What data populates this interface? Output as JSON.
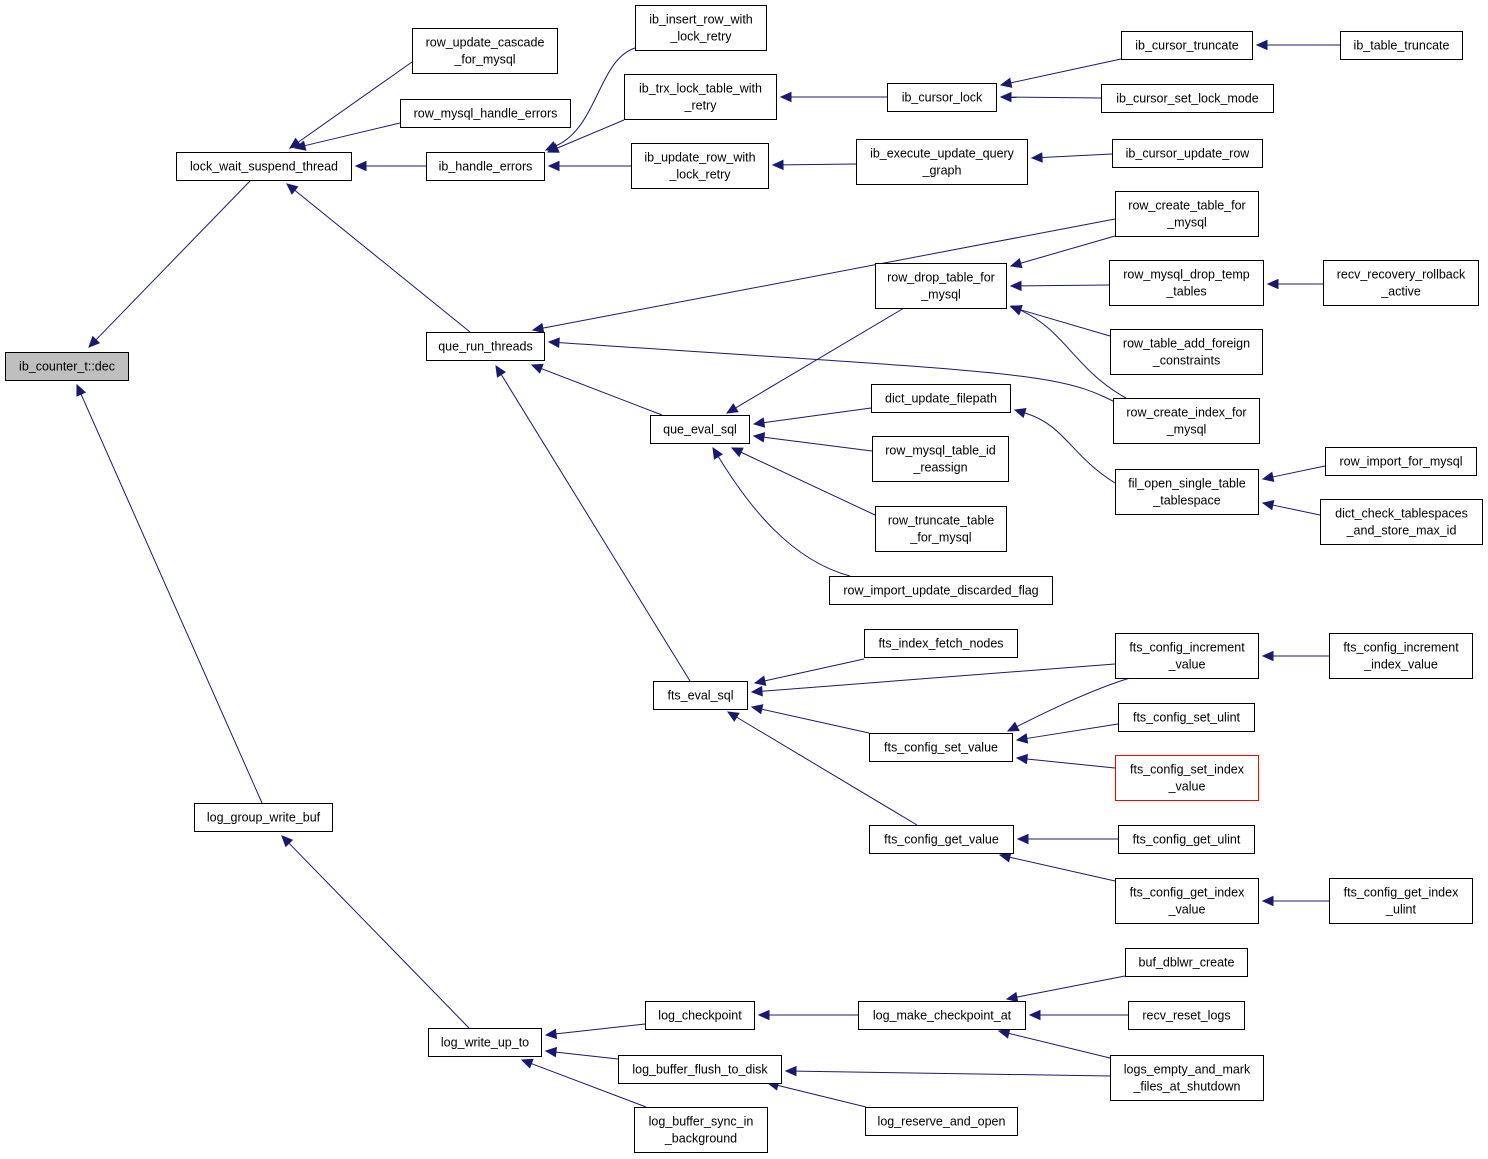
{
  "colors": {
    "edge": "#191970",
    "node_border": "#000000",
    "highlight_fill": "#bfbfbf",
    "alert_border": "#ff0000"
  },
  "nodes": {
    "n_dec": {
      "lines": [
        "ib_counter_t::dec"
      ],
      "style": "highlight"
    },
    "n_lwst": {
      "lines": [
        "lock_wait_suspend_thread"
      ]
    },
    "n_lgwb": {
      "lines": [
        "log_group_write_buf"
      ]
    },
    "n_rucfm": {
      "lines": [
        "row_update_cascade",
        "_for_mysql"
      ]
    },
    "n_rmhe": {
      "lines": [
        "row_mysql_handle_errors"
      ]
    },
    "n_ibhe": {
      "lines": [
        "ib_handle_errors"
      ]
    },
    "n_qrt": {
      "lines": [
        "que_run_threads"
      ]
    },
    "n_iirwlr": {
      "lines": [
        "ib_insert_row_with",
        "_lock_retry"
      ]
    },
    "n_itltwr": {
      "lines": [
        "ib_trx_lock_table_with",
        "_retry"
      ]
    },
    "n_iurwlr": {
      "lines": [
        "ib_update_row_with",
        "_lock_retry"
      ]
    },
    "n_icl": {
      "lines": [
        "ib_cursor_lock"
      ]
    },
    "n_ieuqg": {
      "lines": [
        "ib_execute_update_query",
        "_graph"
      ]
    },
    "n_ict": {
      "lines": [
        "ib_cursor_truncate"
      ]
    },
    "n_itt": {
      "lines": [
        "ib_table_truncate"
      ]
    },
    "n_icslm": {
      "lines": [
        "ib_cursor_set_lock_mode"
      ]
    },
    "n_icur": {
      "lines": [
        "ib_cursor_update_row"
      ]
    },
    "n_rctfm": {
      "lines": [
        "row_create_table_for",
        "_mysql"
      ]
    },
    "n_rdtfm": {
      "lines": [
        "row_drop_table_for",
        "_mysql"
      ]
    },
    "n_rmdtt": {
      "lines": [
        "row_mysql_drop_temp",
        "_tables"
      ]
    },
    "n_rrra": {
      "lines": [
        "recv_recovery_rollback",
        "_active"
      ]
    },
    "n_rtafc": {
      "lines": [
        "row_table_add_foreign",
        "_constraints"
      ]
    },
    "n_rcifm": {
      "lines": [
        "row_create_index_for",
        "_mysql"
      ]
    },
    "n_qes": {
      "lines": [
        "que_eval_sql"
      ]
    },
    "n_duf": {
      "lines": [
        "dict_update_filepath"
      ]
    },
    "n_rmtir": {
      "lines": [
        "row_mysql_table_id",
        "_reassign"
      ]
    },
    "n_rttfm": {
      "lines": [
        "row_truncate_table",
        "_for_mysql"
      ]
    },
    "n_riudf": {
      "lines": [
        "row_import_update_discarded_flag"
      ]
    },
    "n_fostt": {
      "lines": [
        "fil_open_single_table",
        "_tablespace"
      ]
    },
    "n_rifm": {
      "lines": [
        "row_import_for_mysql"
      ]
    },
    "n_dctasmi": {
      "lines": [
        "dict_check_tablespaces",
        "_and_store_max_id"
      ]
    },
    "n_fes": {
      "lines": [
        "fts_eval_sql"
      ]
    },
    "n_fifn": {
      "lines": [
        "fts_index_fetch_nodes"
      ]
    },
    "n_fciv": {
      "lines": [
        "fts_config_increment",
        "_value"
      ]
    },
    "n_fciiv": {
      "lines": [
        "fts_config_increment",
        "_index_value"
      ]
    },
    "n_fcsv": {
      "lines": [
        "fts_config_set_value"
      ]
    },
    "n_fcsu": {
      "lines": [
        "fts_config_set_ulint"
      ]
    },
    "n_fcsiv": {
      "lines": [
        "fts_config_set_index",
        "_value"
      ],
      "style": "alert"
    },
    "n_fcgv": {
      "lines": [
        "fts_config_get_value"
      ]
    },
    "n_fcgu": {
      "lines": [
        "fts_config_get_ulint"
      ]
    },
    "n_fcgiv": {
      "lines": [
        "fts_config_get_index",
        "_value"
      ]
    },
    "n_fcgiu": {
      "lines": [
        "fts_config_get_index",
        "_ulint"
      ]
    },
    "n_lwut": {
      "lines": [
        "log_write_up_to"
      ]
    },
    "n_lc": {
      "lines": [
        "log_checkpoint"
      ]
    },
    "n_lbftd": {
      "lines": [
        "log_buffer_flush_to_disk"
      ]
    },
    "n_lbsib": {
      "lines": [
        "log_buffer_sync_in",
        "_background"
      ]
    },
    "n_lmca": {
      "lines": [
        "log_make_checkpoint_at"
      ]
    },
    "n_lrao": {
      "lines": [
        "log_reserve_and_open"
      ]
    },
    "n_bdc": {
      "lines": [
        "buf_dblwr_create"
      ]
    },
    "n_rrl": {
      "lines": [
        "recv_reset_logs"
      ]
    },
    "n_leamfas": {
      "lines": [
        "logs_empty_and_mark",
        "_files_at_shutdown"
      ]
    }
  },
  "edges": [
    [
      "n_lwst",
      "n_dec"
    ],
    [
      "n_lgwb",
      "n_dec"
    ],
    [
      "n_rucfm",
      "n_lwst"
    ],
    [
      "n_rmhe",
      "n_lwst"
    ],
    [
      "n_ibhe",
      "n_lwst"
    ],
    [
      "n_qrt",
      "n_lwst"
    ],
    [
      "n_iirwlr",
      "n_ibhe"
    ],
    [
      "n_itltwr",
      "n_ibhe"
    ],
    [
      "n_iurwlr",
      "n_ibhe"
    ],
    [
      "n_icl",
      "n_itltwr"
    ],
    [
      "n_ieuqg",
      "n_iurwlr"
    ],
    [
      "n_ict",
      "n_icl"
    ],
    [
      "n_icslm",
      "n_icl"
    ],
    [
      "n_itt",
      "n_ict"
    ],
    [
      "n_icur",
      "n_ieuqg"
    ],
    [
      "n_rctfm",
      "n_qrt"
    ],
    [
      "n_rcifm",
      "n_qrt"
    ],
    [
      "n_qes",
      "n_qrt"
    ],
    [
      "n_fes",
      "n_qrt"
    ],
    [
      "n_rctfm",
      "n_rdtfm"
    ],
    [
      "n_rmdtt",
      "n_rdtfm"
    ],
    [
      "n_rtafc",
      "n_rdtfm"
    ],
    [
      "n_rcifm",
      "n_rdtfm"
    ],
    [
      "n_rrra",
      "n_rmdtt"
    ],
    [
      "n_rdtfm",
      "n_qes"
    ],
    [
      "n_duf",
      "n_qes"
    ],
    [
      "n_rmtir",
      "n_qes"
    ],
    [
      "n_rttfm",
      "n_qes"
    ],
    [
      "n_riudf",
      "n_qes"
    ],
    [
      "n_fostt",
      "n_duf"
    ],
    [
      "n_rifm",
      "n_fostt"
    ],
    [
      "n_dctasmi",
      "n_fostt"
    ],
    [
      "n_fifn",
      "n_fes"
    ],
    [
      "n_fciv",
      "n_fes"
    ],
    [
      "n_fcsv",
      "n_fes"
    ],
    [
      "n_fcgv",
      "n_fes"
    ],
    [
      "n_fciiv",
      "n_fciv"
    ],
    [
      "n_fciv",
      "n_fcsv"
    ],
    [
      "n_fcsu",
      "n_fcsv"
    ],
    [
      "n_fcsiv",
      "n_fcsv"
    ],
    [
      "n_fcgu",
      "n_fcgv"
    ],
    [
      "n_fcgiv",
      "n_fcgv"
    ],
    [
      "n_fcgiu",
      "n_fcgiv"
    ],
    [
      "n_lwut",
      "n_lgwb"
    ],
    [
      "n_lc",
      "n_lwut"
    ],
    [
      "n_lbftd",
      "n_lwut"
    ],
    [
      "n_lbsib",
      "n_lwut"
    ],
    [
      "n_lmca",
      "n_lc"
    ],
    [
      "n_leamfas",
      "n_lbftd"
    ],
    [
      "n_lrao",
      "n_lbftd"
    ],
    [
      "n_bdc",
      "n_lmca"
    ],
    [
      "n_rrl",
      "n_lmca"
    ],
    [
      "n_leamfas",
      "n_lmca"
    ]
  ]
}
